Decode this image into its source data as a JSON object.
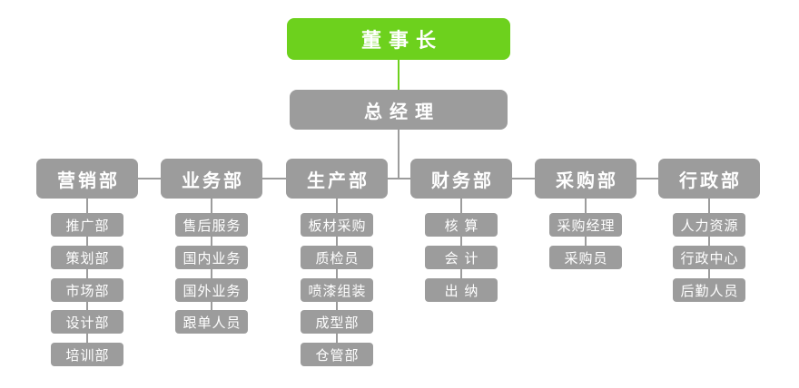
{
  "chairman": "董事长",
  "general_manager": "总经理",
  "departments": [
    {
      "name": "营销部",
      "subs": [
        "推广部",
        "策划部",
        "市场部",
        "设计部",
        "培训部"
      ]
    },
    {
      "name": "业务部",
      "subs": [
        "售后服务",
        "国内业务",
        "国外业务",
        "跟单人员"
      ]
    },
    {
      "name": "生产部",
      "subs": [
        "板材采购",
        "质检员",
        "喷漆组装",
        "成型部",
        "仓管部"
      ]
    },
    {
      "name": "财务部",
      "subs": [
        "核  算",
        "会  计",
        "出  纳"
      ]
    },
    {
      "name": "采购部",
      "subs": [
        "采购经理",
        "采购员"
      ]
    },
    {
      "name": "行政部",
      "subs": [
        "人力资源",
        "行政中心",
        "后勤人员"
      ]
    }
  ],
  "colors": {
    "chairman": "#6dd11d",
    "box": "#9c9c9c",
    "line_green": "#6dd11d",
    "line_gray": "#9c9c9c"
  }
}
